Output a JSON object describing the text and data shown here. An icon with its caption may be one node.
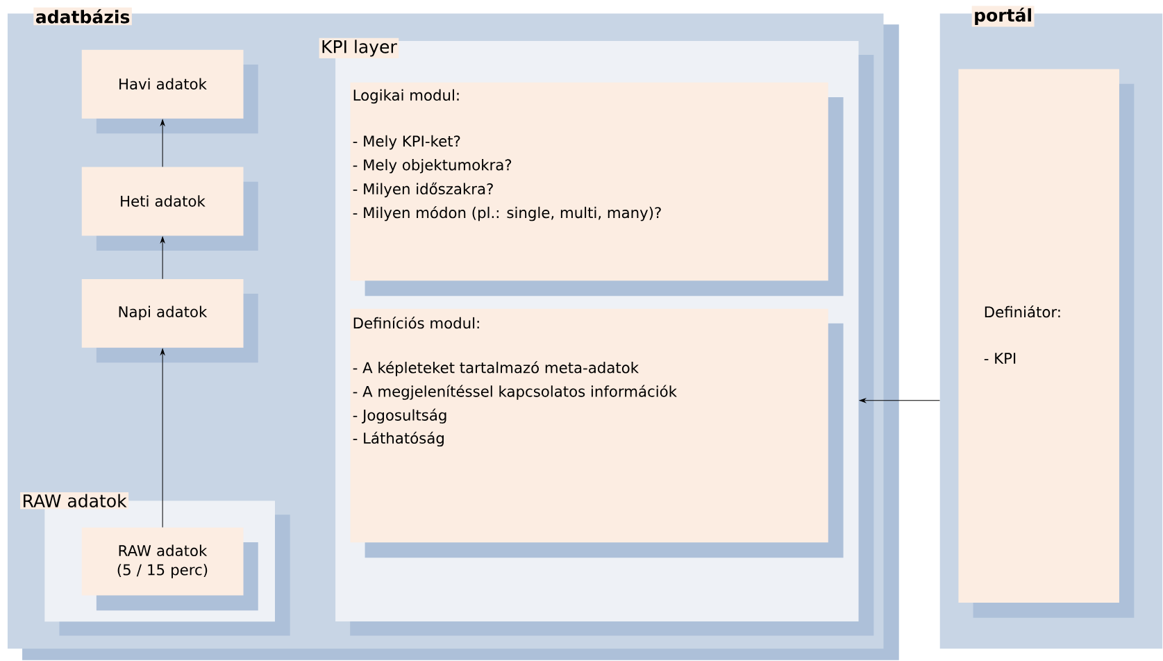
{
  "diagram": {
    "nodes": [
      {
        "text": [
          "adatbázis"
        ]
      },
      {
        "text": [
          "Havi adatok"
        ],
        "in": 0
      },
      {
        "text": [
          "Heti adatok"
        ],
        "in": 0
      },
      {
        "text": [
          "Napi adatok"
        ],
        "in": 0
      },
      {
        "text": [
          "RAW adatok"
        ],
        "in": 0
      },
      {
        "text": [
          "RAW adatok (5 / 15 perc)"
        ],
        "in": 4
      },
      {
        "text": [
          "KPI layer"
        ],
        "in": 0
      },
      {
        "text": [
          "Logikai modul:",
          "- Mely KPI-ket?",
          "- Mely objektumokra?",
          "- Milyen időszakra?",
          "- Milyen módon (pl.: single, multi, many)?"
        ],
        "in": 6
      },
      {
        "text": [
          "Definíciós modul:",
          "- A képleteket tartalmazó meta-adatok",
          "- A megjelenítéssel kapcsolatos információk",
          "- Jogosultság",
          "- Láthatóság"
        ],
        "in": 6
      },
      {
        "text": [
          "portál"
        ]
      },
      {
        "text": [
          "Definiátor:",
          "- KPI"
        ],
        "in": 9
      }
    ],
    "edges": [
      {
        "from": 5,
        "to": 3,
        "arrow": "to"
      },
      {
        "from": 3,
        "to": 2,
        "arrow": "to"
      },
      {
        "from": 2,
        "to": 1,
        "arrow": "to"
      },
      {
        "from": 9,
        "to": 6,
        "arrow": "to"
      }
    ]
  }
}
